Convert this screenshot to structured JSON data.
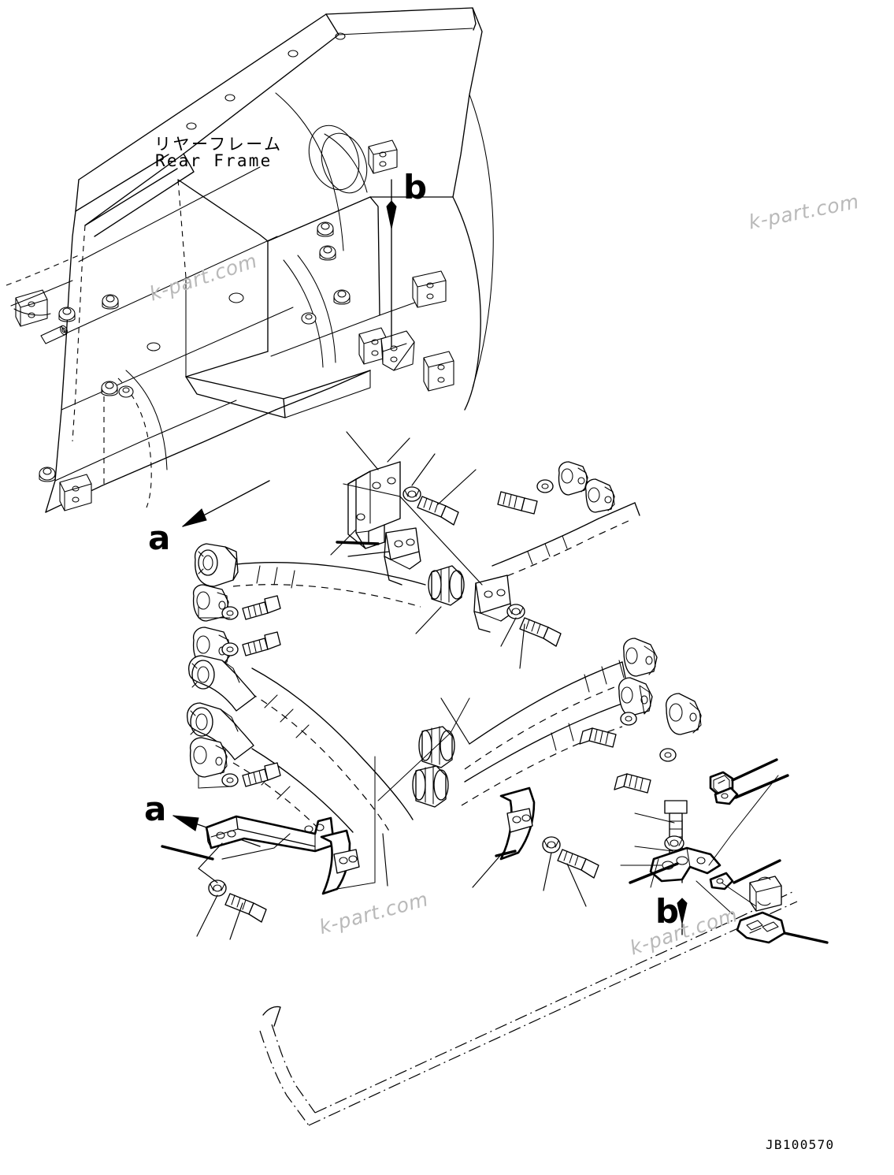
{
  "sheet": {
    "background": "#ffffff",
    "line_color": "#000000",
    "watermark_color": "#b9b9b9",
    "drawing_number": "JB100570"
  },
  "labels": {
    "frame_jp": "リヤーフレーム",
    "frame_en": "Rear Frame"
  },
  "callouts": {
    "a_top": "a",
    "a_bottom": "a",
    "b_top": "b",
    "b_bottom": "b"
  },
  "watermarks": {
    "w1": "k-part.com",
    "w2": "k-part.com",
    "w3": "k-part.com",
    "w4": "k-part.com"
  },
  "diagram": {
    "type": "exploded-parts-assembly",
    "subject": "Rear frame hydraulic hose mounting / clamp group",
    "components": [
      "rear-frame-weldment",
      "hose-upper",
      "hose-lower-left",
      "hose-lower-right",
      "hose-phantom-long",
      "mounting-bracket-tall",
      "mounting-bracket-long",
      "clamp-block-upper",
      "clamp-block-lower",
      "clamp-curved-left",
      "clamp-curved-right",
      "hose-collar-upper",
      "hose-collar-lower",
      "split-flange-half",
      "angle-bracket-right",
      "bolt",
      "washer",
      "nut",
      "elbow-fitting"
    ]
  }
}
